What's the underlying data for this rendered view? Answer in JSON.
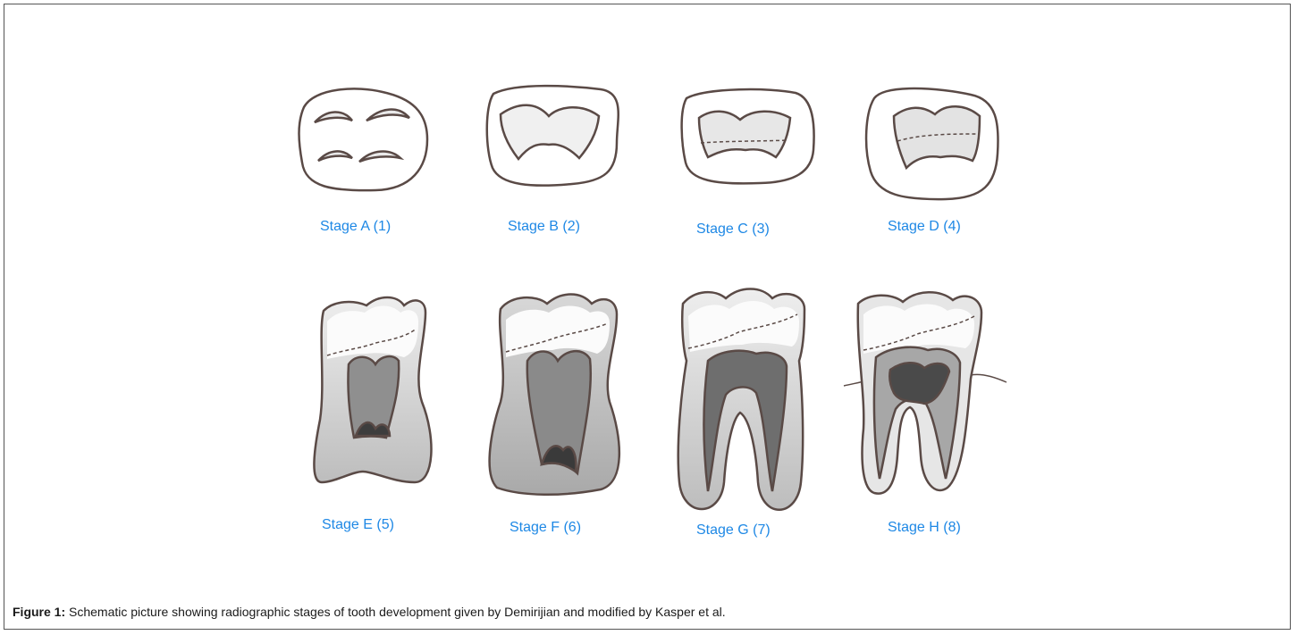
{
  "figure": {
    "caption_label": "Figure 1:",
    "caption_text": " Schematic picture showing radiographic stages of tooth development given by Demirijian and modified by Kasper et al.",
    "label_color": "#1e88e5",
    "stroke_color": "#5a4a46",
    "stages": [
      {
        "label": "Stage A (1)",
        "icon": "tooth-crypt-cusp-tips-icon"
      },
      {
        "label": "Stage B (2)",
        "icon": "tooth-crypt-fused-cusps-icon"
      },
      {
        "label": "Stage C (3)",
        "icon": "tooth-crypt-enamel-complete-icon"
      },
      {
        "label": "Stage D (4)",
        "icon": "tooth-crypt-crown-complete-icon"
      },
      {
        "label": "Stage E (5)",
        "icon": "tooth-root-initiation-icon"
      },
      {
        "label": "Stage F (6)",
        "icon": "tooth-root-funnel-icon"
      },
      {
        "label": "Stage G (7)",
        "icon": "tooth-roots-parallel-icon"
      },
      {
        "label": "Stage H (8)",
        "icon": "tooth-roots-closed-icon"
      }
    ]
  }
}
